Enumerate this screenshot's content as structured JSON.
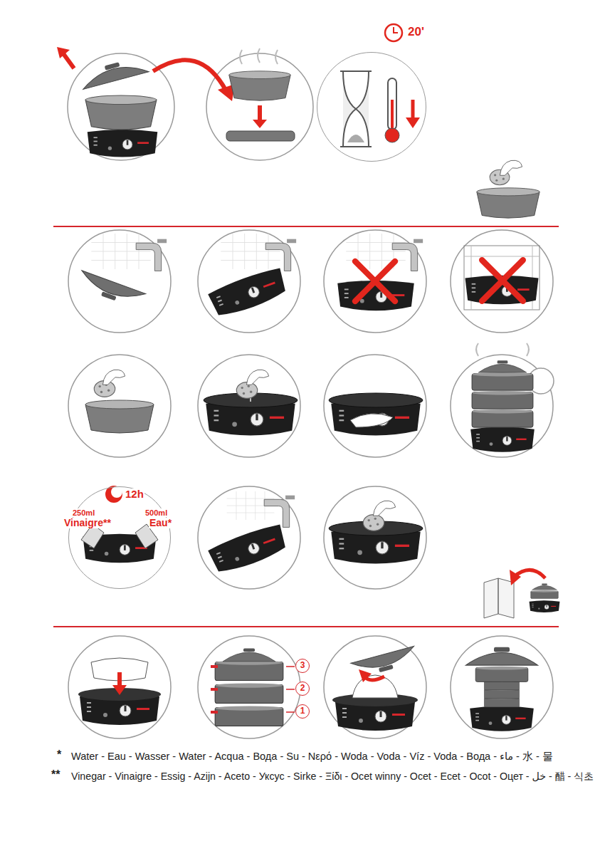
{
  "diagram": {
    "nodes": [
      {
        "text": [
          "20'"
        ]
      },
      {
        "text": [
          "12h",
          "250ml",
          "Vinaigre**",
          "500ml",
          "Eau*"
        ]
      },
      {
        "text": [
          "3"
        ]
      },
      {
        "text": [
          "2"
        ]
      },
      {
        "text": [
          "1"
        ]
      }
    ],
    "labels": [
      "*",
      "Water - Eau - Wasser - Water - Acqua - Вода - Su - Νερό - Woda - Voda - Víz - Voda - Вода - ماء - 水 - 물",
      "**",
      "Vinegar - Vinaigre - Essig - Azijn - Aceto - Уксус - Sirke - Ξίδι - Ocet winny - Ocet - Ecet - Ocot - Оцет - خل - 醋 - 식초"
    ]
  }
}
